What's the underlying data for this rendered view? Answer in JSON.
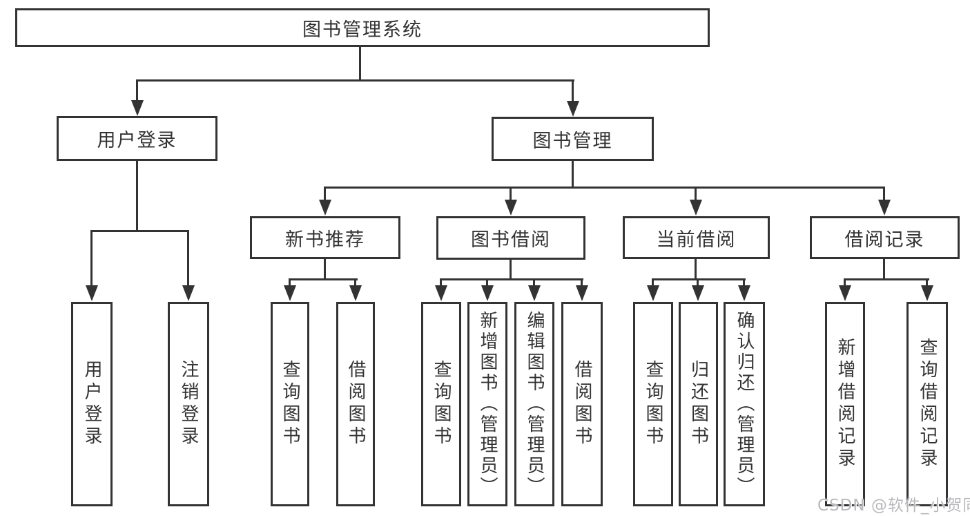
{
  "diagram": {
    "title_node": {
      "label": "图书管理系统"
    },
    "level2": {
      "user_login": {
        "label": "用户登录"
      },
      "book_mgmt": {
        "label": "图书管理"
      }
    },
    "level3": {
      "new_book_rec": {
        "label": "新书推荐"
      },
      "book_borrow": {
        "label": "图书借阅"
      },
      "current_borrow": {
        "label": "当前借阅"
      },
      "borrow_record": {
        "label": "借阅记录"
      }
    },
    "leaves": [
      {
        "label": "用户登录"
      },
      {
        "label": "注销登录"
      },
      {
        "label": "查询图书"
      },
      {
        "label": "借阅图书"
      },
      {
        "label": "查询图书"
      },
      {
        "label": "新增图书（管理员）"
      },
      {
        "label": "编辑图书（管理员）"
      },
      {
        "label": "借阅图书"
      },
      {
        "label": "查询图书"
      },
      {
        "label": "归还图书"
      },
      {
        "label": "确认归还（管理员）"
      },
      {
        "label": "新增借阅记录"
      },
      {
        "label": "查询借阅记录"
      }
    ]
  },
  "watermark": {
    "label": "CSDN @软件_小贺同学"
  },
  "colors": {
    "line": "#333333",
    "text": "#333333",
    "bg": "#ffffff",
    "watermark": "#b9b9bd"
  }
}
